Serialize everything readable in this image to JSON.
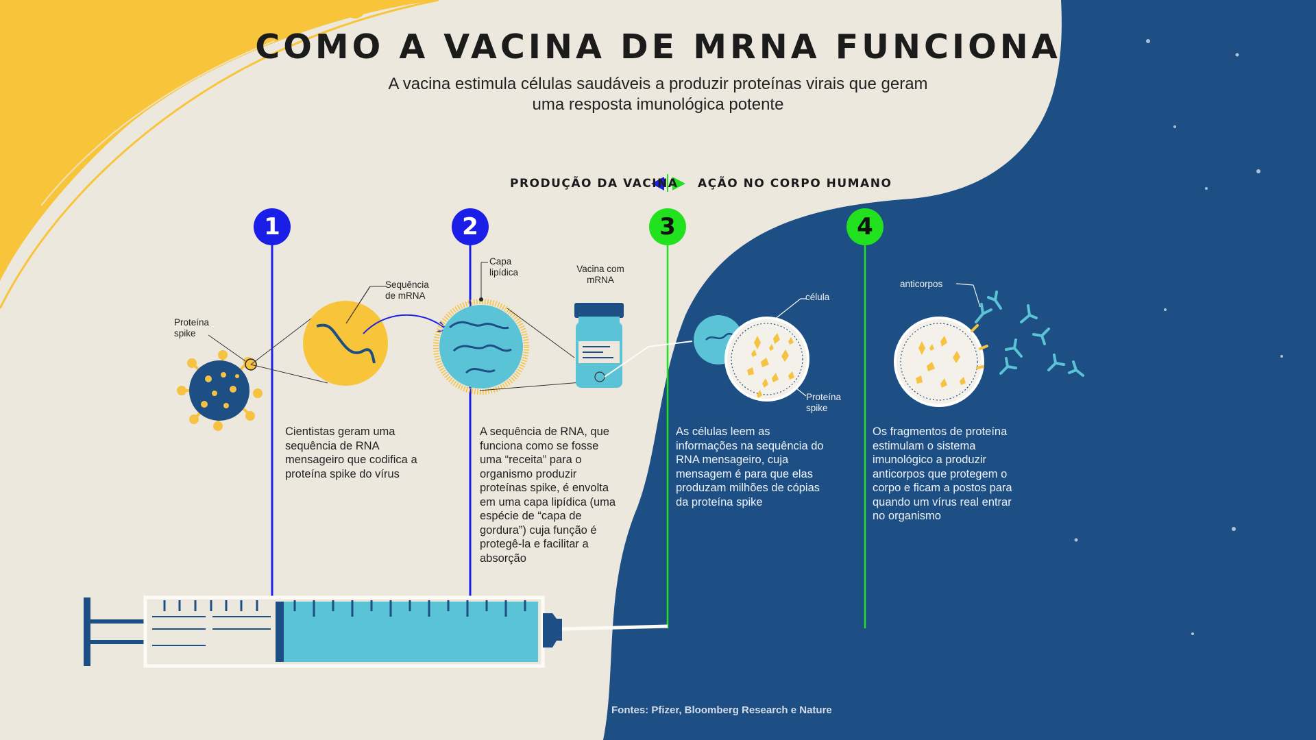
{
  "title": "COMO A VACINA DE MRNA FUNCIONA",
  "subtitle": "A vacina estimula células saudáveis a produzir proteínas virais que geram uma resposta imunológica potente",
  "legend": {
    "left_label": "PRODUÇÃO DA VACINA",
    "right_label": "AÇÃO NO CORPO HUMANO",
    "left_color": "#1a1ee6",
    "right_color": "#22e11e"
  },
  "steps": [
    {
      "number": "1",
      "text": "Cientistas geram uma sequência de RNA mensageiro que codifica a proteína spike do vírus"
    },
    {
      "number": "2",
      "text": "A sequência de RNA, que funciona como se fosse uma “receita” para o organismo produzir proteínas spike, é envolta em uma capa lipídica (uma espécie de “capa de gordura”) cuja função é protegê-la e facilitar a absorção"
    },
    {
      "number": "3",
      "text": "As células leem as informações na sequência do RNA mensageiro, cuja mensagem é para que elas produzam milhões de cópias da proteína spike"
    },
    {
      "number": "4",
      "text": "Os fragmentos de proteína estimulam o sistema imunológico a produzir anticorpos que protegem o corpo e ficam a postos para quando um vírus real entrar no organismo"
    }
  ],
  "labels": {
    "spike_protein": "Proteína spike",
    "mrna_sequence": "Sequência de mRNA",
    "lipid_capsule": "Capa lipídica",
    "vaccine_vial": "Vacina com mRNA",
    "cell": "célula",
    "spike_protein_cell": "Proteína spike",
    "antibodies": "anticorpos"
  },
  "sources": "Fontes: Pfizer, Bloomberg Research e Nature",
  "colors": {
    "background": "#ece8de",
    "yellow": "#f8c43a",
    "navy": "#1d4e84",
    "virus": "#1d4e84",
    "teal": "#5bc3d6",
    "spike": "#f5c242"
  }
}
